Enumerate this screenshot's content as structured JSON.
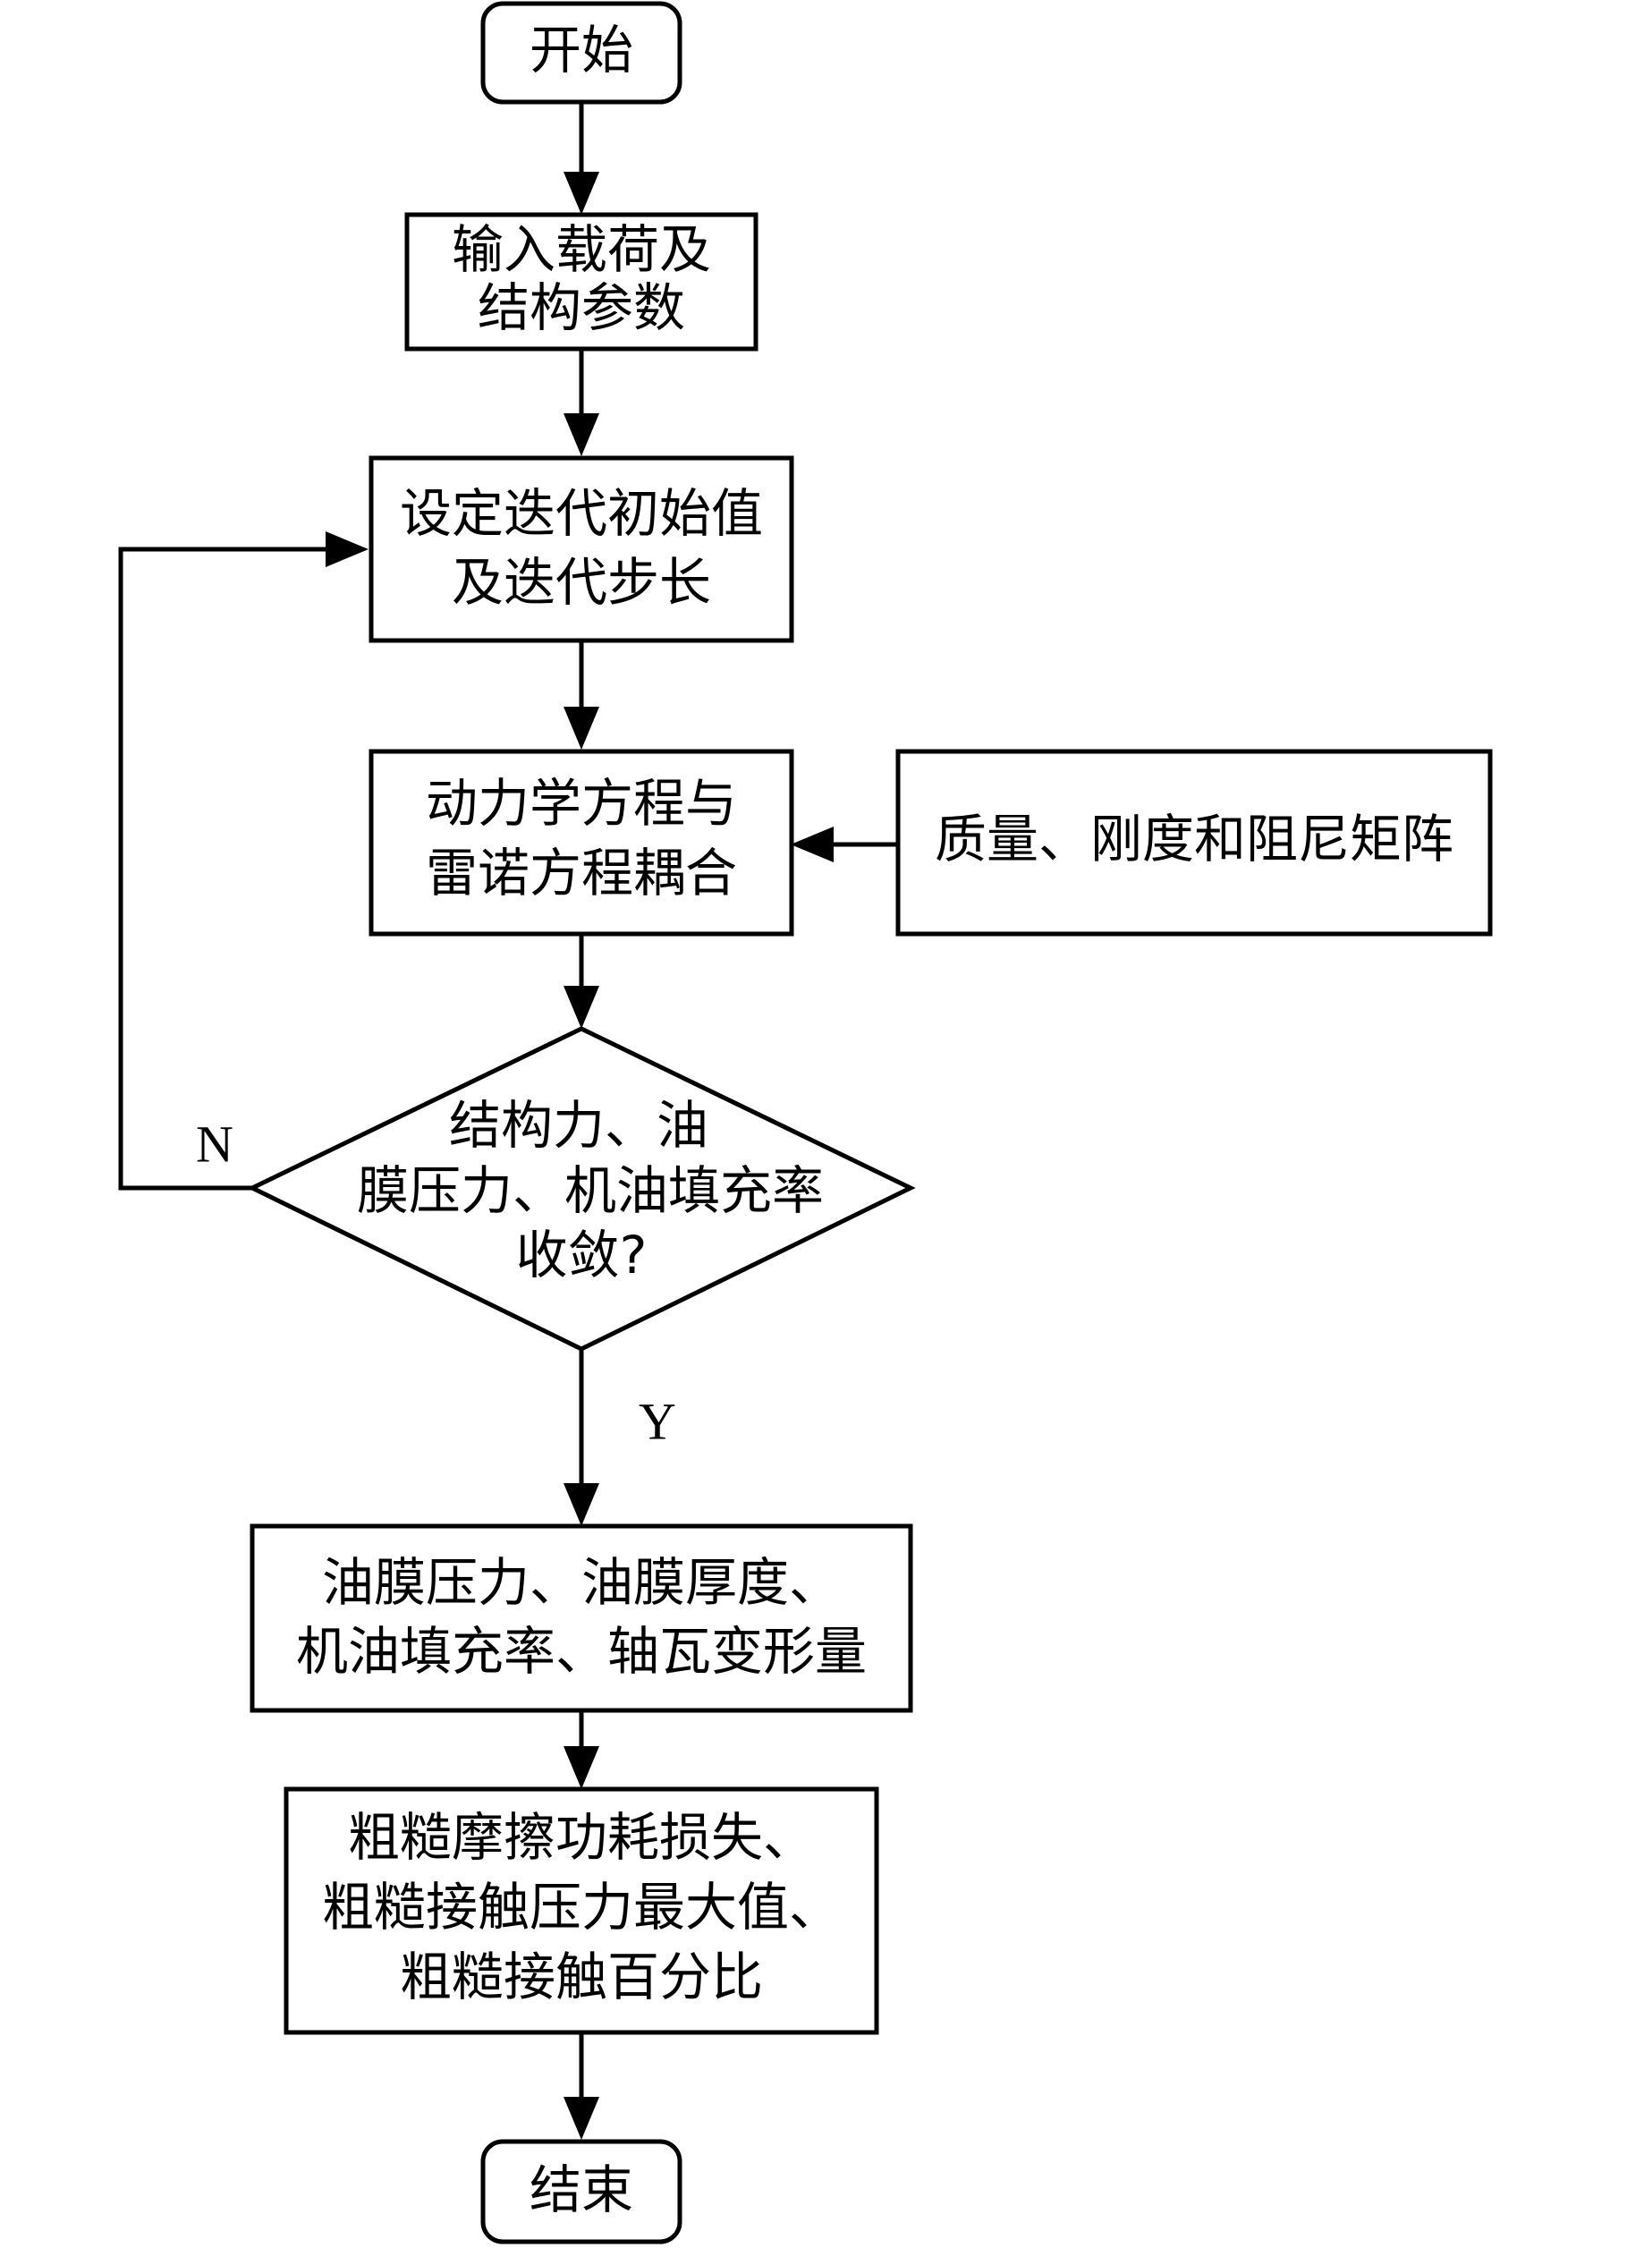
{
  "nodes": {
    "start": {
      "shape": "terminal",
      "lines": [
        "开始"
      ]
    },
    "input": {
      "shape": "process",
      "lines": [
        "输入载荷及",
        "结构参数"
      ]
    },
    "init": {
      "shape": "process",
      "lines": [
        "设定迭代初始值",
        "及迭代步长"
      ]
    },
    "coupling": {
      "shape": "process",
      "lines": [
        "动力学方程与",
        "雷诺方程耦合"
      ]
    },
    "matrices": {
      "shape": "process",
      "lines": [
        "质量、刚度和阻尼矩阵"
      ]
    },
    "converge": {
      "shape": "decision",
      "lines": [
        "结构力、油",
        "膜压力、机油填充率",
        "收敛?"
      ]
    },
    "results": {
      "shape": "process",
      "lines": [
        "油膜压力、油膜厚度、",
        "机油填充率、轴瓦变形量"
      ]
    },
    "friction": {
      "shape": "process",
      "lines": [
        "粗糙摩擦功耗损失、",
        "粗糙接触压力最大值、",
        "粗糙接触百分比"
      ]
    },
    "end": {
      "shape": "terminal",
      "lines": [
        "结束"
      ]
    }
  },
  "edges": [
    {
      "from": "start",
      "to": "input",
      "label": ""
    },
    {
      "from": "input",
      "to": "init",
      "label": ""
    },
    {
      "from": "init",
      "to": "coupling",
      "label": ""
    },
    {
      "from": "matrices",
      "to": "coupling",
      "label": ""
    },
    {
      "from": "coupling",
      "to": "converge",
      "label": ""
    },
    {
      "from": "converge",
      "to": "init",
      "label": "N"
    },
    {
      "from": "converge",
      "to": "results",
      "label": "Y"
    },
    {
      "from": "results",
      "to": "friction",
      "label": ""
    },
    {
      "from": "friction",
      "to": "end",
      "label": ""
    }
  ]
}
